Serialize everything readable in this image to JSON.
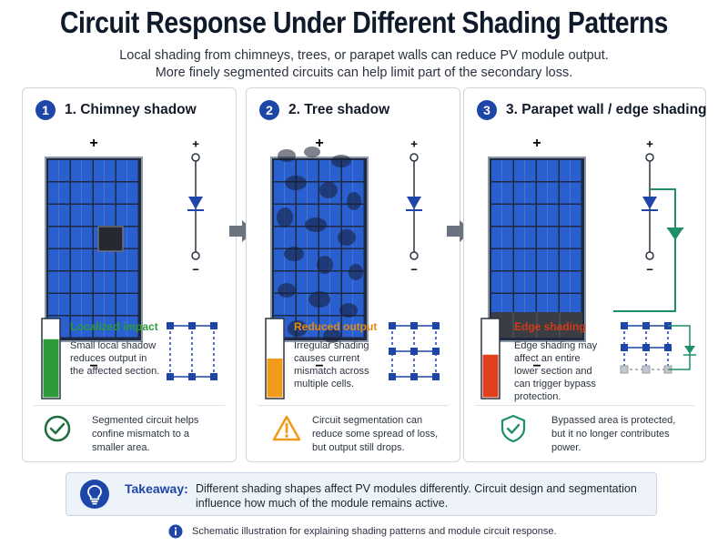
{
  "header": {
    "title": "Circuit Response Under Different Shading Patterns",
    "subtitle_line1": "Local shading from chimneys, trees, or parapet walls can reduce PV module output.",
    "subtitle_line2": "More finely segmented circuits can help limit part of the secondary loss."
  },
  "panels": [
    {
      "number": "1",
      "title": "1. Chimney shadow",
      "plus": "+",
      "minus": "−",
      "status_label": "Localized impact",
      "status_color": "#2e9a3a",
      "status_level": 0.75,
      "description": "Small local shadow reduces output in the affected section.",
      "note": "Segmented circuit helps confine mismatch to a smaller area.",
      "note_icon": "check-circle-icon"
    },
    {
      "number": "2",
      "title": "2. Tree shadow",
      "plus": "+",
      "minus": "−",
      "status_label": "Reduced output",
      "status_color": "#f29a1a",
      "status_level": 0.5,
      "description": "Irregular shading causes current mismatch across multiple cells.",
      "note": "Circuit segmentation can reduce some spread of loss, but output still drops.",
      "note_icon": "warning-triangle-icon"
    },
    {
      "number": "3",
      "title": "3. Parapet wall / edge shading",
      "plus": "+",
      "minus": "−",
      "status_label": "Edge shading",
      "status_color": "#e0401d",
      "status_level": 0.55,
      "description": "Edge shading may affect an entire lower section and can trigger bypass protection.",
      "note": "Bypassed area is protected, but it no longer contributes power.",
      "note_icon": "shield-check-icon"
    }
  ],
  "takeaway": {
    "label": "Takeaway:",
    "text": "Different shading shapes affect PV modules differently. Circuit design and segmentation influence how much of the module remains active."
  },
  "footer": {
    "text": "Schematic illustration for explaining shading patterns and module circuit response."
  },
  "colors": {
    "accent_blue": "#1d46a8",
    "cell_blue": "#2a5fd0",
    "green": "#2e9a3a",
    "orange": "#f29a1a",
    "red": "#e0401d",
    "bypass_teal": "#1f8f6a"
  }
}
